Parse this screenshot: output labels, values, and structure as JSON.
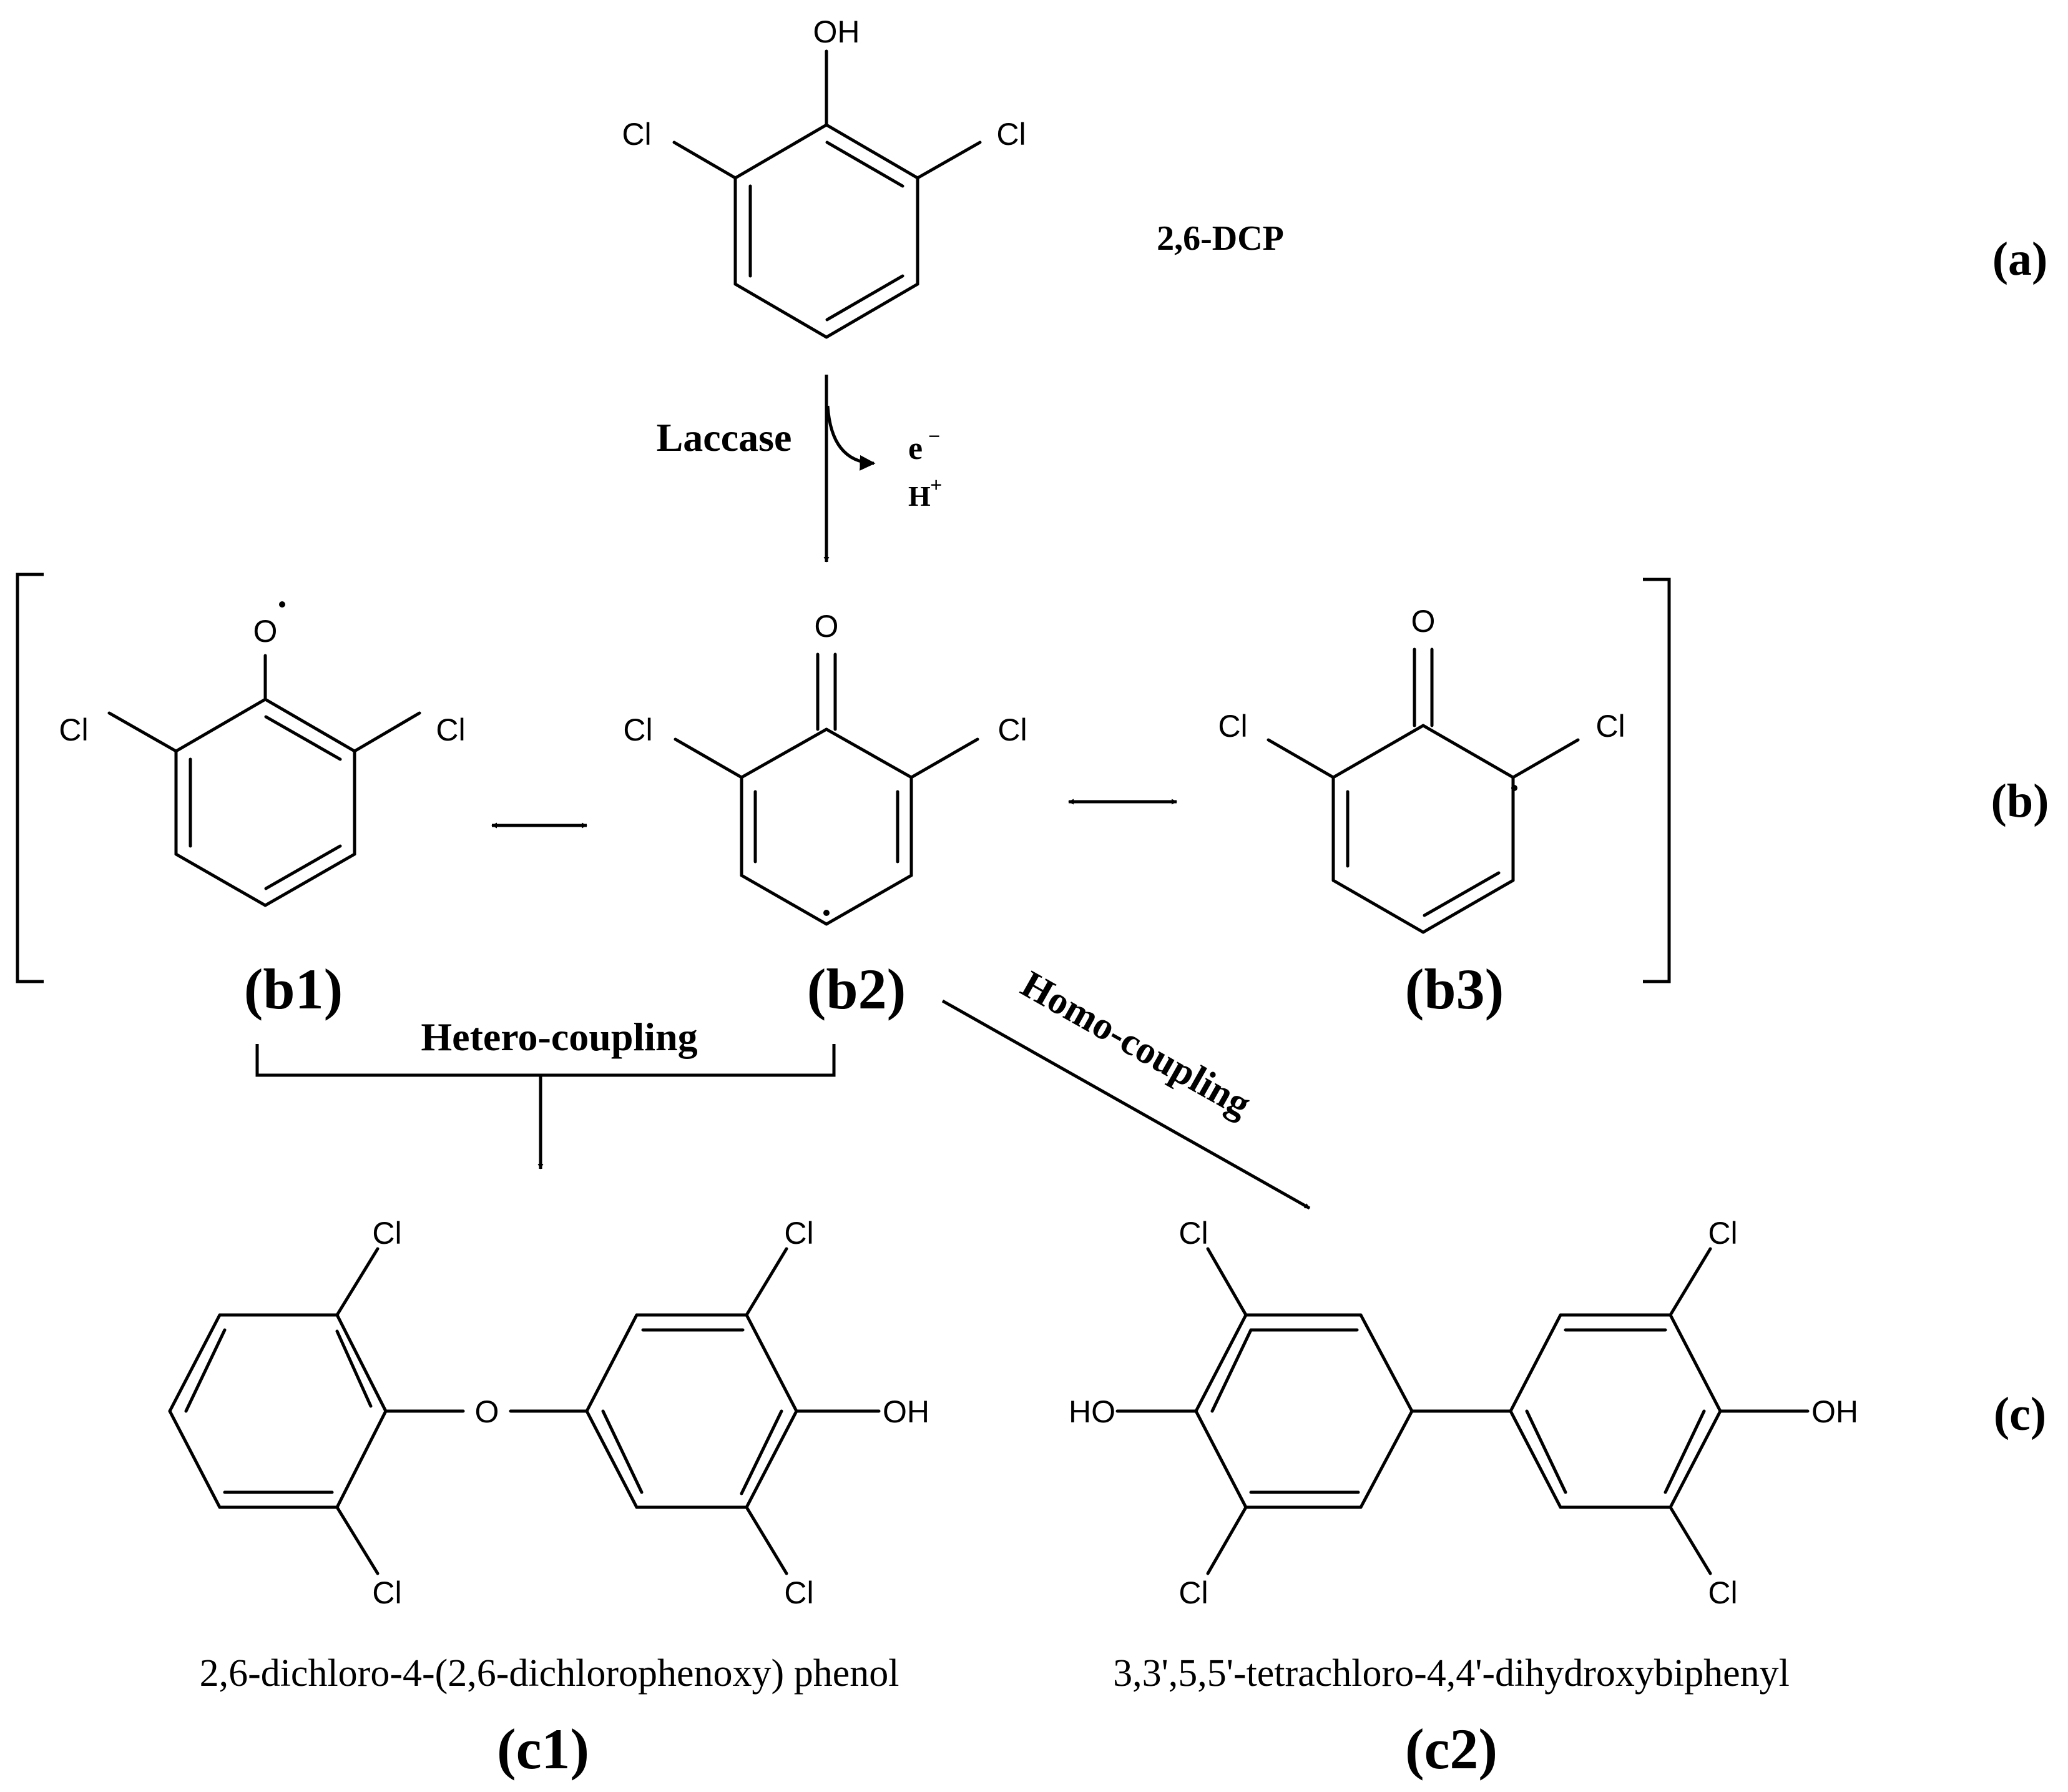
{
  "reactant": {
    "name": "2,6-DCP"
  },
  "reagent": {
    "enzyme": "Laccase",
    "electron": "e",
    "electron_charge": "−",
    "proton": "H",
    "proton_charge": "+"
  },
  "atoms": {
    "chlorine": "Cl",
    "hydroxyl": "OH",
    "hydroxyl_left": "HO",
    "oxygen": "O"
  },
  "rows": {
    "a": "(a)",
    "b": "(b)",
    "c": "(c)"
  },
  "intermediates": [
    {
      "id": "b1",
      "label": "(b1)"
    },
    {
      "id": "b2",
      "label": "(b2)"
    },
    {
      "id": "b3",
      "label": "(b3)"
    }
  ],
  "pathways": {
    "hetero": "Hetero-coupling",
    "homo": "Homo-coupling"
  },
  "products": [
    {
      "id": "c1",
      "name": "2,6-dichloro-4-(2,6-dichlorophenoxy) phenol",
      "label": "(c1)"
    },
    {
      "id": "c2",
      "name": "3,3',5,5'-tetrachloro-4,4'-dihydroxybiphenyl",
      "label": "(c2)"
    }
  ]
}
